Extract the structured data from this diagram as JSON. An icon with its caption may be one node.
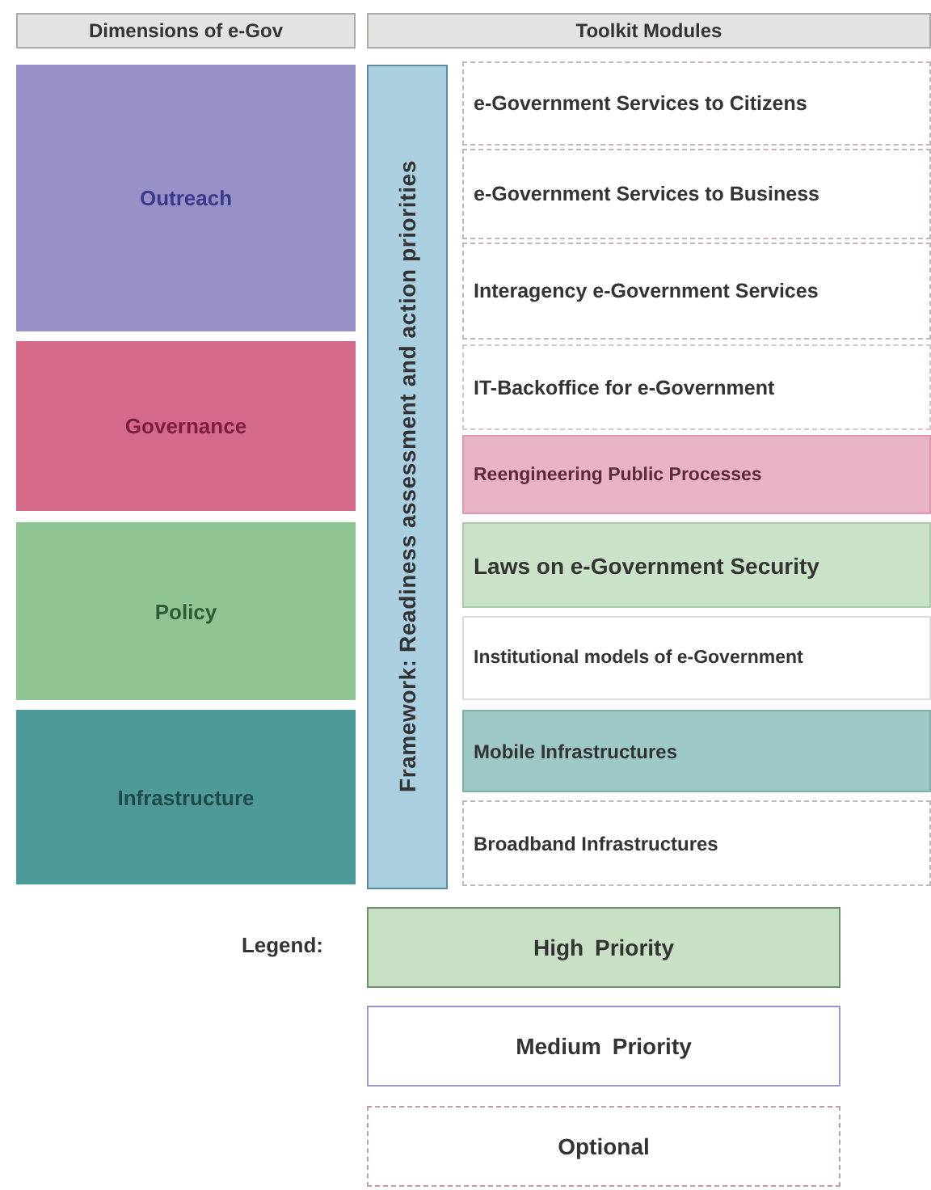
{
  "diagram": {
    "nodes": [
      {
        "text": [
          "Dimensions of e-Gov"
        ]
      },
      {
        "text": [
          "Toolkit Modules"
        ]
      },
      {
        "text": [
          "Outreach"
        ]
      },
      {
        "text": [
          "Governance"
        ]
      },
      {
        "text": [
          "Policy"
        ]
      },
      {
        "text": [
          "Infrastructure"
        ]
      },
      {
        "text": [
          "Framework: Readiness assessment and action priorities"
        ]
      },
      {
        "text": [
          "e-Government Services to Citizens"
        ]
      },
      {
        "text": [
          "e-Government Services to Business"
        ]
      },
      {
        "text": [
          "Interagency e-Government Services"
        ]
      },
      {
        "text": [
          "IT-Backoffice for e-Government"
        ]
      },
      {
        "text": [
          "Reengineering Public Processes"
        ]
      },
      {
        "text": [
          "Laws on e-Government Security"
        ]
      },
      {
        "text": [
          "Institutional models of e-Government"
        ]
      },
      {
        "text": [
          "Mobile Infrastructures"
        ]
      },
      {
        "text": [
          "Broadband Infrastructures"
        ]
      }
    ],
    "labels": [
      "Legend:"
    ],
    "legend": [
      {
        "text": "High Priority",
        "color": "#c8e0c4"
      },
      {
        "text": "Medium Priority"
      },
      {
        "text": "Optional"
      }
    ]
  }
}
